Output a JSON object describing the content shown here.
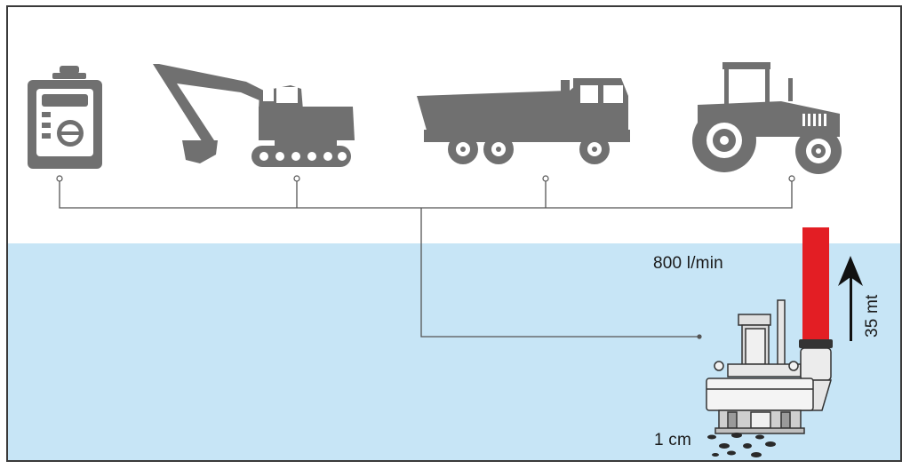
{
  "diagram": {
    "sources": [
      {
        "name": "generator-icon"
      },
      {
        "name": "excavator-icon"
      },
      {
        "name": "dump-truck-icon"
      },
      {
        "name": "tractor-icon"
      }
    ],
    "annotations": {
      "flow_rate": "800 l/min",
      "head_height": "35 mt",
      "solids_size": "1 cm"
    },
    "colors": {
      "machine_gray": "#707070",
      "water": "#c7e5f6",
      "hose": "#e31e24",
      "connector_line": "#555555"
    }
  }
}
